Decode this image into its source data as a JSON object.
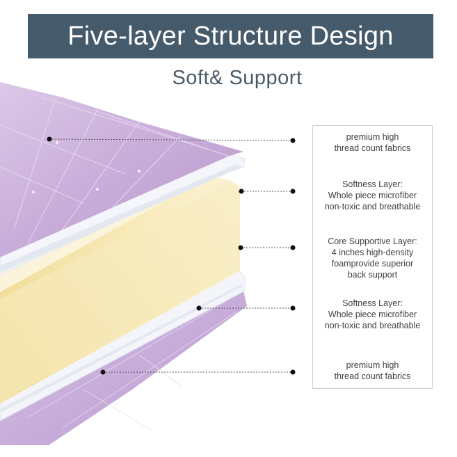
{
  "header": {
    "title": "Five-layer Structure Design",
    "subtitle": "Soft& Support"
  },
  "layers": [
    {
      "lines": [
        "premium high",
        "thread count fabrics"
      ]
    },
    {
      "lines": [
        "Softness Layer:",
        "Whole piece microfiber",
        "non-toxic and breathable"
      ]
    },
    {
      "lines": [
        "Core Supportive Layer:",
        "4 inches high-density",
        "foamprovide superior",
        "back support"
      ]
    },
    {
      "lines": [
        "Softness Layer:",
        "Whole piece microfiber",
        "non-toxic and breathable"
      ]
    },
    {
      "lines": [
        "premium high",
        "thread count fabrics"
      ]
    }
  ],
  "colors": {
    "banner": "#455a6a",
    "quilt": "#c9aedb",
    "foam": "#f8ecbe",
    "white_layer": "#f4f6fa",
    "leader": "#555555"
  }
}
